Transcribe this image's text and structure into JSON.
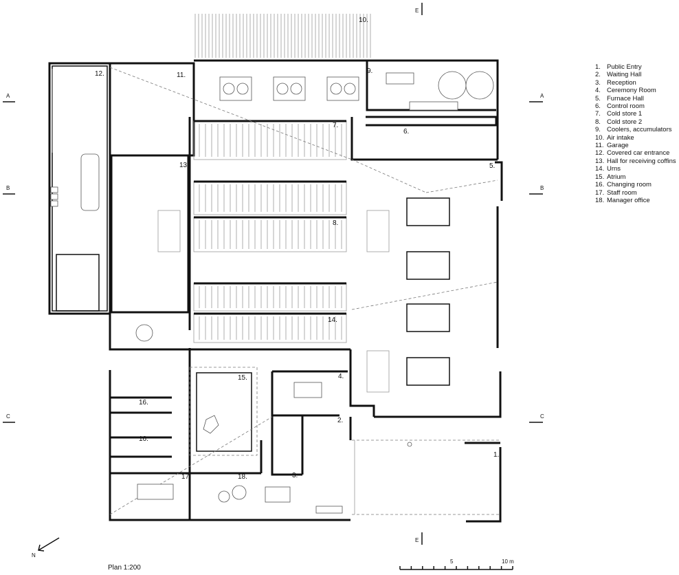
{
  "plan": {
    "title": "Plan 1:200",
    "north": "N",
    "section_markers": [
      "A",
      "B",
      "C",
      "E"
    ],
    "scale_bar": {
      "mid_label": "5",
      "end_label": "10 m"
    }
  },
  "legend": [
    {
      "num": "1.",
      "label": "Public Entry"
    },
    {
      "num": "2.",
      "label": "Waiting Hall"
    },
    {
      "num": "3.",
      "label": "Reception"
    },
    {
      "num": "4.",
      "label": "Ceremony Room"
    },
    {
      "num": "5.",
      "label": "Furnace Hall"
    },
    {
      "num": "6.",
      "label": "Control room"
    },
    {
      "num": "7.",
      "label": "Cold store 1"
    },
    {
      "num": "8.",
      "label": "Cold store 2"
    },
    {
      "num": "9.",
      "label": "Coolers, accumulators"
    },
    {
      "num": "10.",
      "label": "Air intake"
    },
    {
      "num": "11.",
      "label": "Garage"
    },
    {
      "num": "12.",
      "label": "Covered car entrance"
    },
    {
      "num": "13.",
      "label": "Hall for receiving coffins"
    },
    {
      "num": "14.",
      "label": "Urns"
    },
    {
      "num": "15.",
      "label": "Atrium"
    },
    {
      "num": "16.",
      "label": "Changing room"
    },
    {
      "num": "17.",
      "label": "Staff room"
    },
    {
      "num": "18.",
      "label": "Manager office"
    }
  ],
  "room_labels": {
    "r1": "1.",
    "r2": "2.",
    "r3": "3.",
    "r4": "4.",
    "r5": "5.",
    "r6": "6.",
    "r7": "7.",
    "r8": "8.",
    "r9": "9.",
    "r10": "10.",
    "r11": "11.",
    "r12": "12.",
    "r13": "13.",
    "r14": "14.",
    "r15": "15.",
    "r16a": "16.",
    "r16b": "16.",
    "r17": "17.",
    "r18": "18."
  }
}
